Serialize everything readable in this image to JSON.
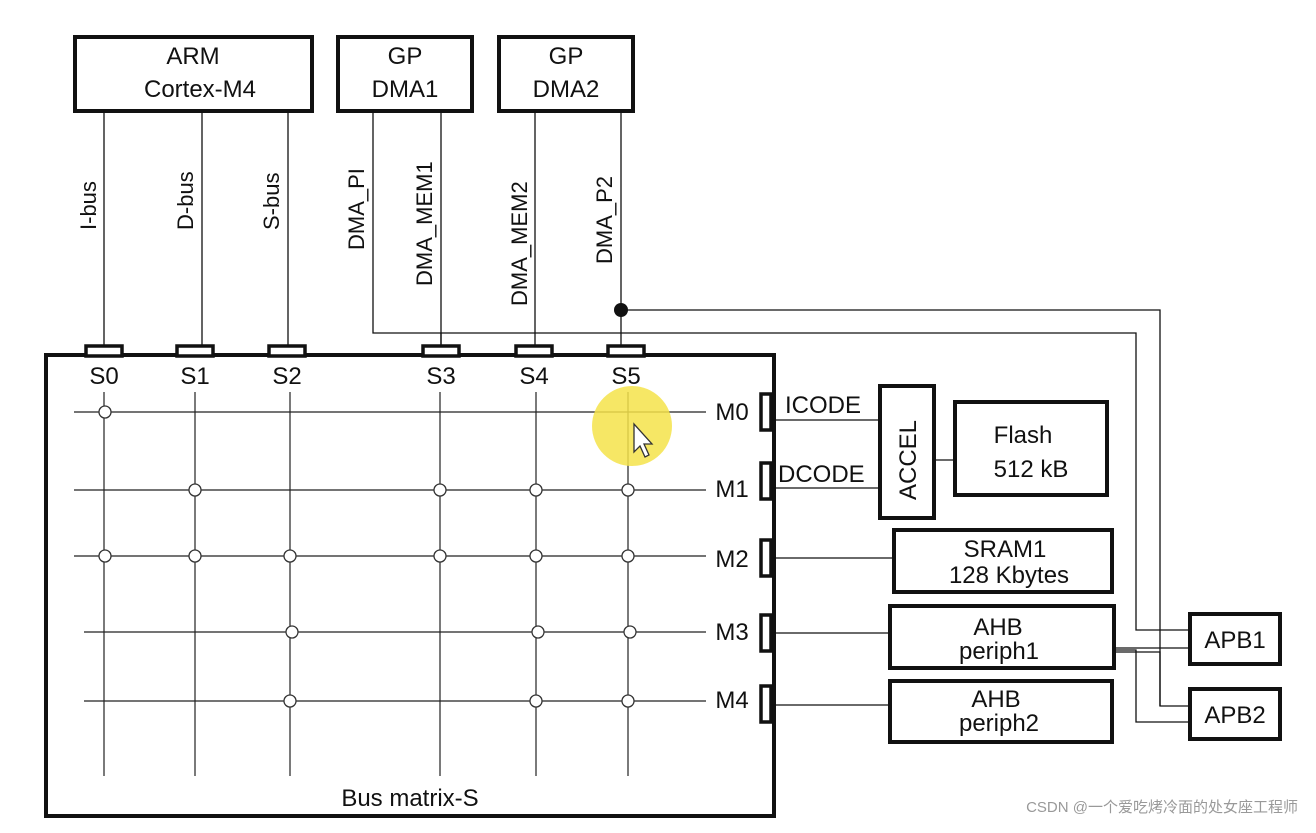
{
  "masters": [
    {
      "id": "arm",
      "lines": [
        "ARM",
        "Cortex-M4"
      ]
    },
    {
      "id": "gpdma1",
      "lines": [
        "GP",
        "DMA1"
      ]
    },
    {
      "id": "gpdma2",
      "lines": [
        "GP",
        "DMA2"
      ]
    }
  ],
  "buses": [
    "I-bus",
    "D-bus",
    "S-bus",
    "DMA_PI",
    "DMA_MEM1",
    "DMA_MEM2",
    "DMA_P2"
  ],
  "slave_ports": [
    "S0",
    "S1",
    "S2",
    "S3",
    "S4",
    "S5"
  ],
  "master_ports": [
    "M0",
    "M1",
    "M2",
    "M3",
    "M4"
  ],
  "matrix_label": "Bus matrix-S",
  "interfaces": {
    "icode": "ICODE",
    "dcode": "DCODE",
    "accel": "ACCEL"
  },
  "targets": {
    "flash": [
      "Flash",
      "512 kB"
    ],
    "sram1": [
      "SRAM1",
      "128 Kbytes"
    ],
    "ahb1": [
      "AHB",
      "periph1"
    ],
    "ahb2": [
      "AHB",
      "periph2"
    ],
    "apb1": "APB1",
    "apb2": "APB2"
  },
  "watermark": "CSDN @一个爱吃烤冷面的处女座工程师",
  "colors": {
    "line": "#111111",
    "cursor_highlight": "#f4e34a"
  }
}
